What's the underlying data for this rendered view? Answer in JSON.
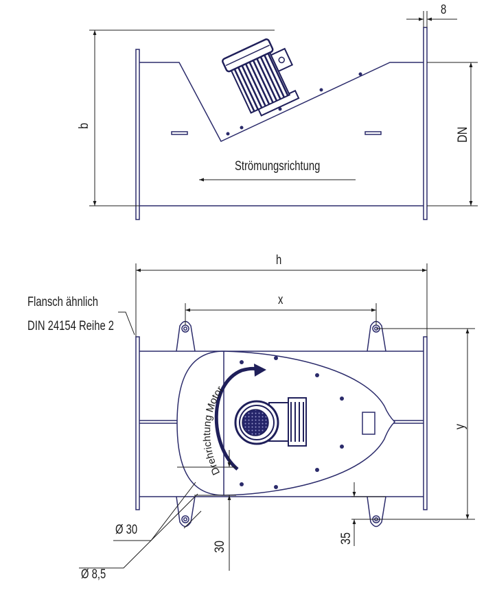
{
  "side_view": {
    "flange_thickness_label": "8",
    "height_label": "b",
    "nominal_diameter_label": "DN",
    "flow_direction_label": "Strömungsrichtung"
  },
  "top_view": {
    "total_length_label": "h",
    "hole_spacing_x_label": "x",
    "hole_spacing_y_label": "y",
    "flange_note_line1": "Flansch ähnlich",
    "flange_note_line2": "DIN 24154 Reihe 2",
    "rotation_direction_label": "Drehrichtung Motor",
    "lug_diameter_label": "Ø 30",
    "hole_diameter_label": "Ø 8,5",
    "offset_30_label": "30",
    "offset_35_label": "35"
  },
  "colors": {
    "outline": "#2b2b6b",
    "dimension": "#1c1c1c",
    "motor": "#1f1f5a"
  }
}
